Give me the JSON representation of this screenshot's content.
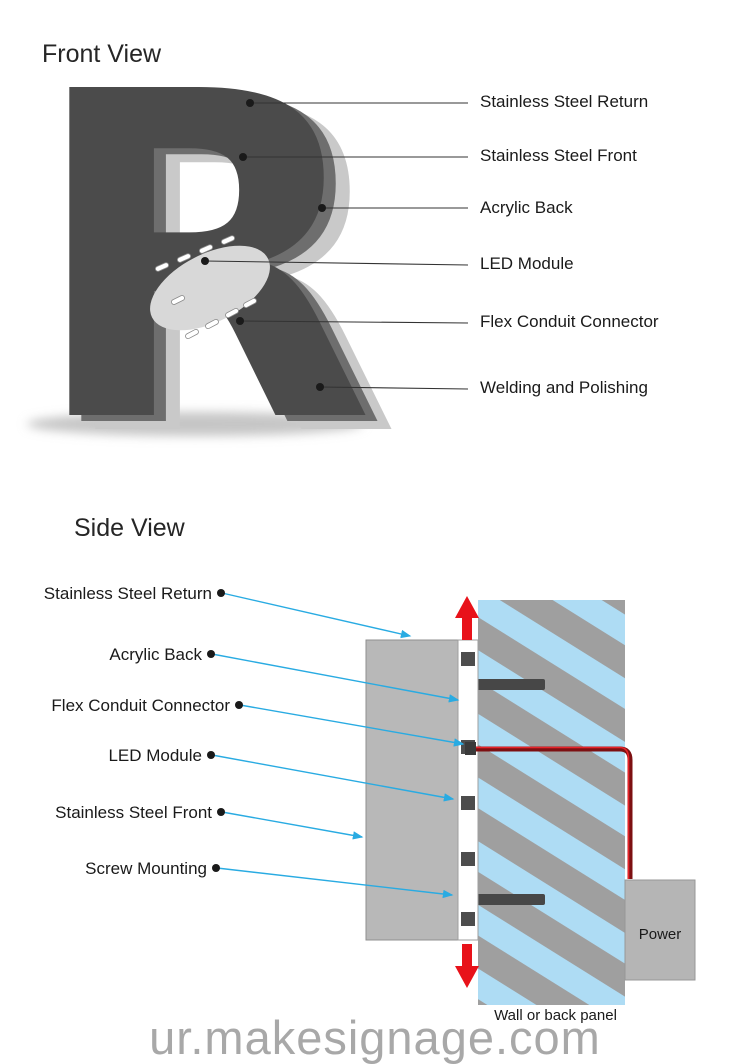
{
  "front_view": {
    "title": "Front View",
    "letter": "R",
    "labels": [
      "Stainless Steel Return",
      "Stainless Steel Front",
      "Acrylic Back",
      "LED Module",
      "Flex Conduit Connector",
      "Welding and Polishing"
    ]
  },
  "side_view": {
    "title": "Side View",
    "labels": [
      "Stainless Steel Return",
      "Acrylic Back",
      "Flex Conduit Connector",
      "LED Module",
      "Stainless Steel Front",
      "Screw Mounting"
    ],
    "power_label": "Power",
    "wall_caption": "Wall or back panel"
  },
  "watermark": "ur.makesignage.com",
  "colors": {
    "letter_front": "#4b4b4b",
    "letter_return": "#6e6e6e",
    "acrylic_back": "#c9c9c9",
    "side_body_gray": "#b8b8b8",
    "callout_line": "#29abe2",
    "leader_dark": "#333333",
    "wall_fill": "#aedcf4",
    "hatch_stripe": "#9f9f9f",
    "arrow_red": "#e8121a",
    "wire_dark": "#7d1012"
  }
}
